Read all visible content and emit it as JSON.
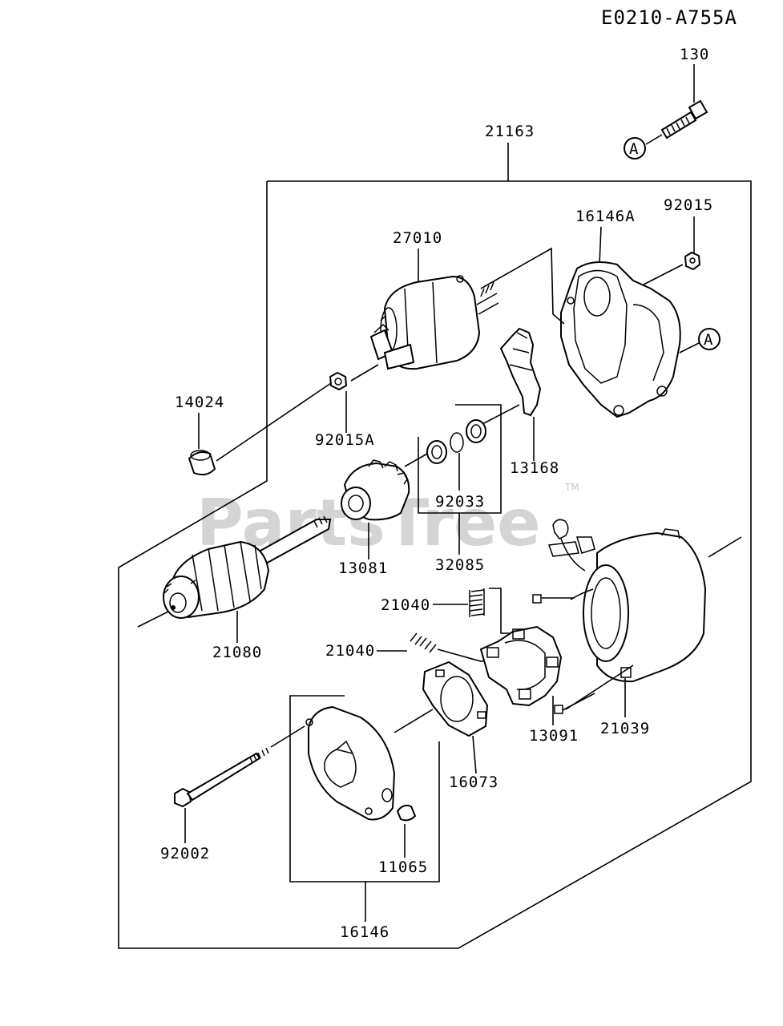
{
  "diagram": {
    "code": "E0210-A755A",
    "watermark": "PartsTree",
    "watermark_mark": "TM",
    "ref_marker": "A",
    "parts": {
      "p130": "130",
      "p21163": "21163",
      "p92015": "92015",
      "p16146A": "16146A",
      "p27010": "27010",
      "p14024": "14024",
      "p92015A": "92015A",
      "p13168": "13168",
      "p92033": "92033",
      "p32085": "32085",
      "p13081": "13081",
      "p21080": "21080",
      "p21040a": "21040",
      "p21040b": "21040",
      "p13091": "13091",
      "p21039": "21039",
      "p16073": "16073",
      "p92002": "92002",
      "p11065": "11065",
      "p16146": "16146"
    }
  }
}
